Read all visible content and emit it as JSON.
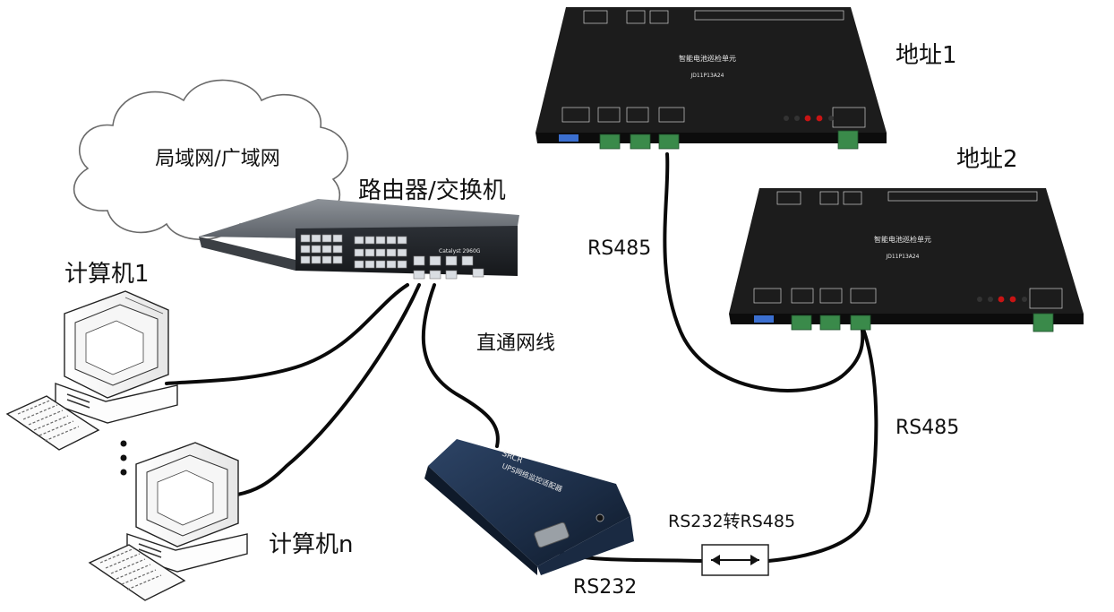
{
  "cloud_label": "局域网/广域网",
  "router": {
    "label": "路由器/交换机",
    "model_text": "Catalyst 2960G"
  },
  "computers": [
    {
      "label": "计算机1"
    },
    {
      "label": "计算机n"
    }
  ],
  "units": [
    {
      "address_label": "地址1",
      "title": "智能电池巡检单元",
      "model": "JD11P13A24"
    },
    {
      "address_label": "地址2",
      "title": "智能电池巡检单元",
      "model": "JD11P13A24"
    }
  ],
  "links": {
    "straight_cable": "直通网线",
    "rs485_upper": "RS485",
    "rs485_lower": "RS485",
    "converter": "RS232转RS485",
    "rs232": "RS232"
  },
  "adapter": {
    "brand": "SRCR",
    "name": "UPS网络监控适配器"
  },
  "colors": {
    "unit_body": "#1c1c1c",
    "terminal": "#3a8a4a",
    "adapter": "#20344f",
    "cable": "#0a0a0a"
  }
}
